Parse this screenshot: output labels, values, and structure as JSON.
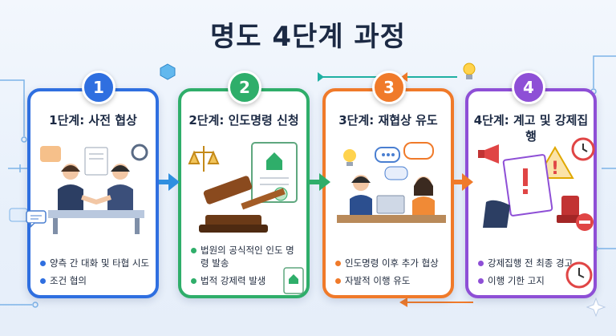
{
  "title": "명도 4단계 과정",
  "colors": {
    "step1": "#2f6fe0",
    "step2": "#2fae6a",
    "step3": "#f07a2a",
    "step4": "#8e4fd6"
  },
  "steps": [
    {
      "number": "1",
      "heading": "1단계: 사전 협상",
      "icon": "handshake-meeting-icon",
      "bullets": [
        "양측 간 대화 및 타협 시도",
        "조건 협의"
      ]
    },
    {
      "number": "2",
      "heading": "2단계: 인도명령 신청",
      "icon": "gavel-document-icon",
      "bullets": [
        "법원의 공식적인 인도 명령 발송",
        "법적 강제력 발생"
      ]
    },
    {
      "number": "3",
      "heading": "3단계: 재협상 유도",
      "icon": "consultation-icon",
      "bullets": [
        "인도명령 이후 추가 협상",
        "자발적 이행 유도"
      ]
    },
    {
      "number": "4",
      "heading": "4단계: 계고 및 강제집행",
      "icon": "warning-notice-icon",
      "bullets": [
        "강제집행 전 최종 경고",
        "이행 기한 고지"
      ]
    }
  ]
}
